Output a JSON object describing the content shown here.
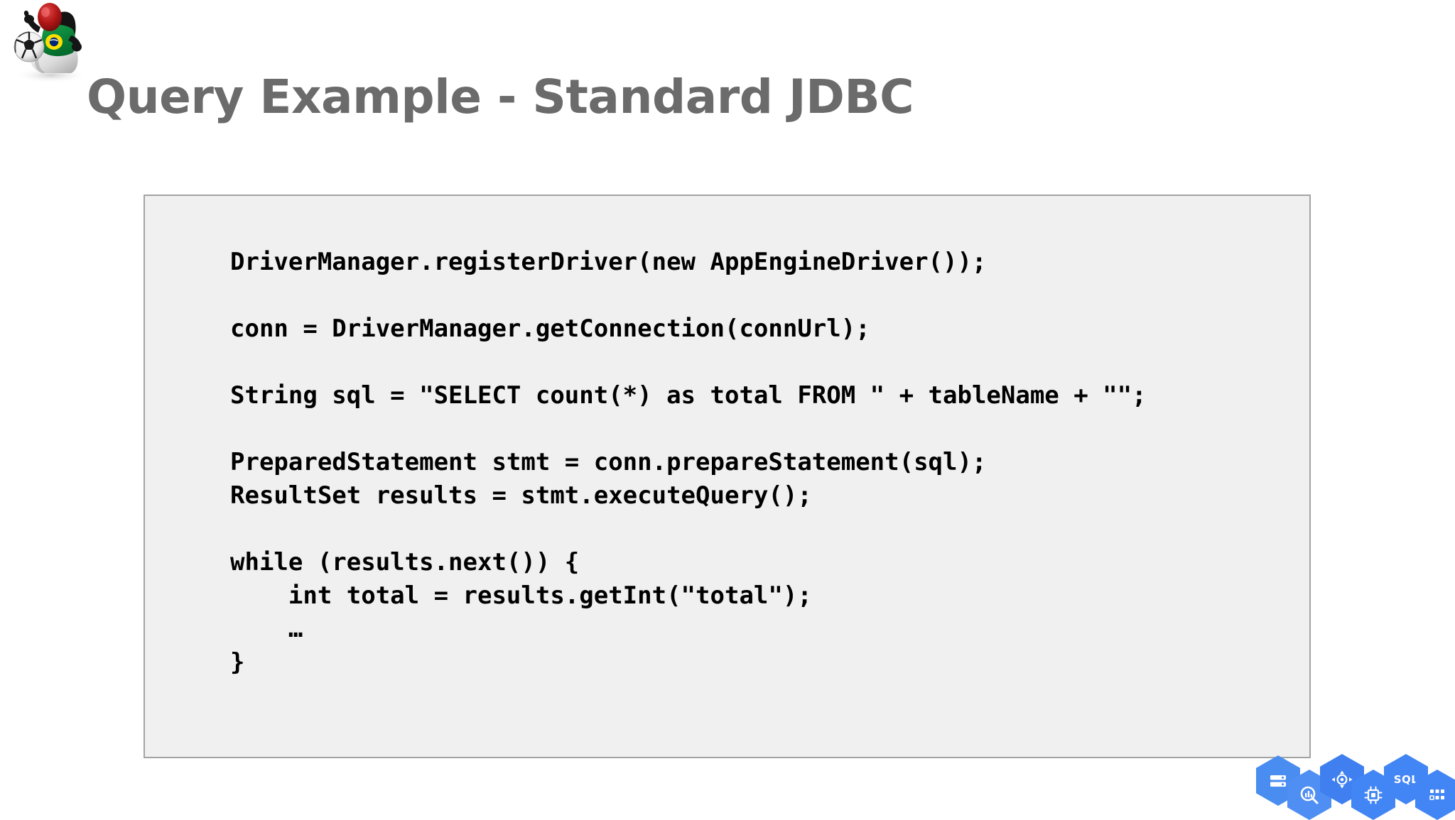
{
  "slide": {
    "title": "Query Example - Standard JDBC",
    "title_color": "#6b6b6b",
    "background_color": "#ffffff"
  },
  "logo": {
    "name": "duke-java-mascot-brazil",
    "description": "Java Duke mascot wearing green Brazil jersey holding a soccer ball",
    "colors": {
      "head": "#b01616",
      "jersey": "#0b8a3c",
      "flag_green": "#009b3a",
      "flag_yellow": "#ffdf00",
      "flag_blue": "#002776",
      "body": "#e6e6e6",
      "arms": "#1a1a1a",
      "ball": "#ffffff"
    }
  },
  "code_block": {
    "background_color": "#f0f0f0",
    "border_color": "#a3a3a3",
    "language": "java",
    "lines": [
      "DriverManager.registerDriver(new AppEngineDriver());",
      "",
      "conn = DriverManager.getConnection(connUrl);",
      "",
      "String sql = \"SELECT count(*) as total FROM \" + tableName + \"\";",
      "",
      "PreparedStatement stmt = conn.prepareStatement(sql);",
      "ResultSet results = stmt.executeQuery();",
      "",
      "while (results.next()) {",
      "    int total = results.getInt(\"total\");",
      "    …",
      "}"
    ],
    "text": "DriverManager.registerDriver(new AppEngineDriver());\n\nconn = DriverManager.getConnection(connUrl);\n\nString sql = \"SELECT count(*) as total FROM \" + tableName + \"\";\n\nPreparedStatement stmt = conn.prepareStatement(sql);\nResultSet results = stmt.executeQuery();\n\nwhile (results.next()) {\n    int total = results.getInt(\"total\");\n    …\n}"
  },
  "gcp_icons": {
    "accent_color": "#4285f4",
    "items": [
      {
        "name": "cloud-storage-icon",
        "label": ""
      },
      {
        "name": "bigquery-analytics-icon",
        "label": ""
      },
      {
        "name": "compute-engine-icon",
        "label": ""
      },
      {
        "name": "cpu-chip-icon",
        "label": ""
      },
      {
        "name": "cloud-sql-icon",
        "label": "SQL"
      },
      {
        "name": "app-grid-icon",
        "label": ""
      }
    ]
  }
}
